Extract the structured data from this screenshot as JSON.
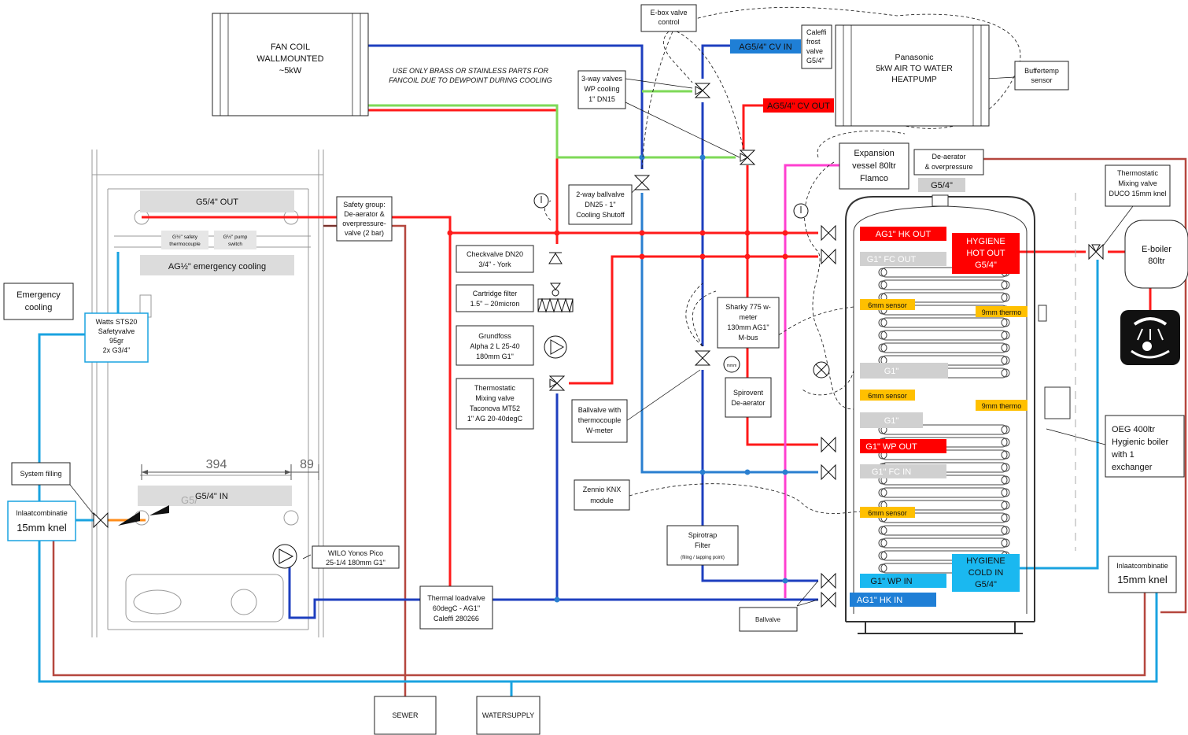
{
  "labels": {
    "fan_coil": [
      "FAN COIL",
      "WALLMOUNTED",
      "~5kW"
    ],
    "note": [
      "USE ONLY BRASS OR STAINLESS PARTS FOR",
      "FANCOIL DUE TO DEWPOINT DURING COOLING"
    ],
    "ebox": [
      "E-box valve",
      "control"
    ],
    "caleffi_frost": [
      "Caleffi",
      "frost",
      "valve",
      "G5/4\""
    ],
    "heatpump": [
      "Panasonic",
      "5kW AIR TO WATER",
      "HEATPUMP"
    ],
    "buffertemp": [
      "Buffertemp",
      "sensor"
    ],
    "ag_cv_in": "AG5/4\" CV IN",
    "ag_cv_out": "AG5/4\" CV OUT",
    "three_way": [
      "3-way valves",
      "WP cooling",
      "1\" DN15"
    ],
    "two_way": [
      "2-way ballvalve",
      "DN25 - 1\"",
      "Cooling Shutoff"
    ],
    "expansion": [
      "Expansion",
      "vessel 80ltr",
      "Flamco"
    ],
    "deaerator_top": [
      "De-aerator",
      "& overpressure"
    ],
    "thermo_mix_right": [
      "Thermostatic",
      "Mixing valve",
      "DUCO 15mm knel"
    ],
    "eboiler": [
      "E-boiler",
      "80ltr"
    ],
    "safety_group": [
      "Safety group:",
      "De-aerator &",
      "overpressure-",
      "valve (2 bar)"
    ],
    "g54_out_left": "G5/4\" OUT",
    "safety_thermo": [
      "G½\" safety",
      "thermocouple"
    ],
    "pump_switch": [
      "G½\" pump",
      "switch"
    ],
    "emergency_label": "AG½\" emergency cooling",
    "emergency_cooling": [
      "Emergency",
      "cooling"
    ],
    "watts": [
      "Watts STS20",
      "Safetyvalve",
      "95gr",
      "2x G3/4\""
    ],
    "checkvalve": [
      "Checkvalve DN20",
      "3/4\" - York"
    ],
    "cartridge": [
      "Cartridge filter",
      "1.5\" – 20micron"
    ],
    "grundfoss": [
      "Grundfoss",
      "Alpha 2 L 25-40",
      "180mm G1\""
    ],
    "thermo_mix": [
      "Thermostatic",
      "Mixing valve",
      "Taconova MT52",
      "1\" AG 20-40degC"
    ],
    "ballvalve_thermo": [
      "Ballvalve with",
      "thermocouple",
      "W-meter"
    ],
    "sharky": [
      "Sharky 775 w-",
      "meter",
      "130mm AG1\"",
      "M-bus"
    ],
    "spirovent": [
      "Spirovent",
      "De-aerator"
    ],
    "zennio": [
      "Zennio KNX",
      "module"
    ],
    "spirotrap": [
      "Spirotrap",
      "Filter",
      "(filing / tapping point)"
    ],
    "ballvalve": "Ballvalve",
    "system_filling": "System filling",
    "inlaat_left": [
      "Inlaatcombinatie",
      "15mm knel"
    ],
    "inlaat_right": [
      "Inlaatcombinatie",
      "15mm knel"
    ],
    "dim_394": "394",
    "dim_89": "89",
    "g54_in_left": "G5/4\" IN",
    "g54_ghost": "G5/",
    "wilo": [
      "WILO Yonos Pico",
      "25-1/4  180mm G1\""
    ],
    "thermal_load": [
      "Thermal loadvalve",
      "60degC - AG1\"",
      "Caleffi 280266"
    ],
    "sewer": "SEWER",
    "watersupply": "WATERSUPPLY",
    "oeg": [
      "OEG 400ltr",
      "Hygienic boiler",
      "with 1",
      "exchanger"
    ],
    "g54_top": "G5/4\"",
    "ag1_hk_out": "AG1\" HK  OUT",
    "g1_fc_out": "G1\" FC OUT",
    "hygiene_hot": [
      "HYGIENE",
      "HOT OUT",
      "G5/4\""
    ],
    "sensor6": "6mm sensor",
    "thermo9": "9mm thermo",
    "g1": "G1\"",
    "g1_wp_out": "G1\" WP OUT",
    "g1_fc_in": "G1\" FC IN",
    "hygiene_cold": [
      "HYGIENE",
      "COLD IN",
      "G5/4\""
    ],
    "g1_wp_in": "G1\" WP IN",
    "ag1_hk_in": "AG1\" HK IN"
  },
  "colors": {
    "hot": "#ff1a1a",
    "cold_blue": "#1e3fbf",
    "water_blue": "#1aa3e0",
    "mid_blue": "#2a7fd0",
    "green": "#7ed957",
    "pink": "#ff3fd0",
    "brown": "#b5473e",
    "sensor_orange": "#ffc000",
    "label_grey": "#d0d0d0",
    "label_red": "#ff0000",
    "label_cyan": "#1ab8f0",
    "label_blue": "#1f7fd6"
  }
}
